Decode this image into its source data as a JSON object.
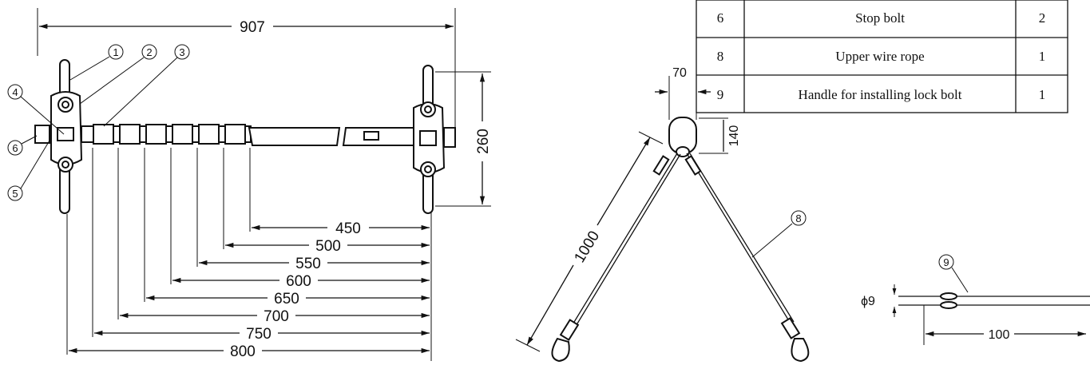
{
  "dimensions": {
    "overall_length": "907",
    "clamp_height": "260",
    "lengths": [
      "450",
      "500",
      "550",
      "600",
      "650",
      "700",
      "750",
      "800"
    ],
    "ring_width": "70",
    "ring_height": "140",
    "rope_length": "1000",
    "handle_diameter": "ϕ9",
    "handle_length": "100"
  },
  "callouts": [
    "1",
    "2",
    "3",
    "4",
    "5",
    "6",
    "8",
    "9"
  ],
  "parts_table": {
    "rows": [
      {
        "no": "6",
        "name": "Stop bolt",
        "qty": "2"
      },
      {
        "no": "8",
        "name": "Upper wire rope",
        "qty": "1"
      },
      {
        "no": "9",
        "name": "Handle for installing lock bolt",
        "qty": "1"
      }
    ]
  }
}
